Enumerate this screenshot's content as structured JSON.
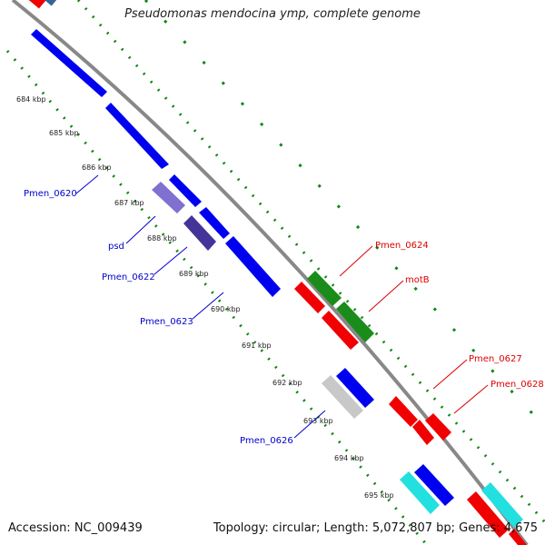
{
  "title": "Pseudomonas mendocina ymp, complete genome",
  "accession": "Accession: NC_009439",
  "topology": "Topology: circular; Length: 5,072,807 bp; Genes: 4,675",
  "colors": {
    "blue": "#0000f0",
    "red": "#f00000",
    "green": "#1a8c1a",
    "cyan": "#22e0e0",
    "purple_light": "#8070d0",
    "purple_dark": "#443399",
    "gray": "#c8c8c8",
    "backbone": "#888888",
    "tick": "#118811",
    "label_blue": "#0000cc",
    "label_red": "#dd0000"
  },
  "ticks": [
    "684 kbp",
    "685 kbp",
    "686 kbp",
    "687 kbp",
    "688 kbp",
    "689 kbp",
    "690 kbp",
    "691 kbp",
    "692 kbp",
    "693 kbp",
    "694 kbp",
    "695 kbp"
  ],
  "genes": [
    {
      "name": "Pmen_0620",
      "color": "blue"
    },
    {
      "name": "psd",
      "color": "purple_light"
    },
    {
      "name": "Pmen_0622",
      "color": "purple_dark"
    },
    {
      "name": "Pmen_0623",
      "color": "blue"
    },
    {
      "name": "Pmen_0624",
      "color": "green"
    },
    {
      "name": "motB",
      "color": "green"
    },
    {
      "name": "Pmen_0626",
      "color": "blue"
    },
    {
      "name": "Pmen_0627",
      "color": "red"
    },
    {
      "name": "Pmen_0628",
      "color": "red"
    }
  ]
}
